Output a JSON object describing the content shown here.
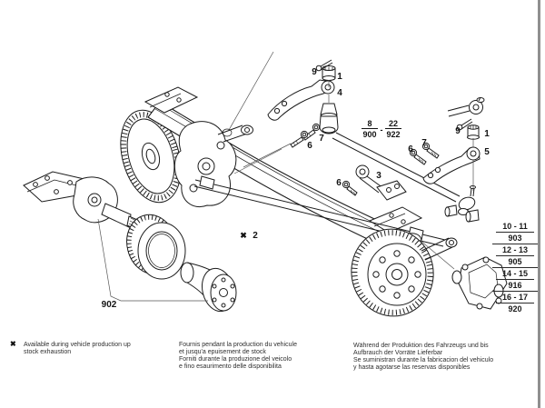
{
  "page": {
    "background": "#ffffff",
    "edge_color": "#8f8f8f",
    "ink": "#1c1c1c"
  },
  "callouts": {
    "left_arm": {
      "pin": "9",
      "nut": "1",
      "arm": "4",
      "bolt_long": "7",
      "bolt_short": "6"
    },
    "drag_link": {
      "ref_a_num": "8",
      "ref_a_den": "900",
      "separator": "-",
      "ref_b_num": "22",
      "ref_b_den": "922"
    },
    "center_link": {
      "link": "3",
      "bolt": "6"
    },
    "right_arm": {
      "pin": "9",
      "nut": "1",
      "arm": "5",
      "bolt_long": "7",
      "bolt_short": "6"
    },
    "track_rod_qty": {
      "symbol": "✖",
      "value": "2"
    },
    "hub_group": "902"
  },
  "ref_table": {
    "rows": [
      {
        "num": "10 - 11",
        "den": "903"
      },
      {
        "num": "12 - 13",
        "den": "905"
      },
      {
        "num": "14 - 15",
        "den": "916"
      },
      {
        "num": "16 - 17",
        "den": "920"
      }
    ]
  },
  "footnotes": {
    "marker": "✖",
    "en": {
      "line1": "Available during vehicle production up",
      "line2": "stock exhaustion"
    },
    "fr": {
      "line1": "Fournis pendant la production du vehicule",
      "line2": "et jusqu'a epuisement de stock"
    },
    "it": {
      "line1": "Forniti durante la produzione del veicolo",
      "line2": "e fino esaurimento delle disponibilita"
    },
    "de": {
      "line1": "Während der Produktion des Fahrzeugs und bis",
      "line2": "Aufbrauch der Vorräte Lieferbar"
    },
    "es": {
      "line1": "Se suministran durante la fabricacion del vehiculo",
      "line2": "y hasta agotarse las reservas disponibles"
    }
  }
}
